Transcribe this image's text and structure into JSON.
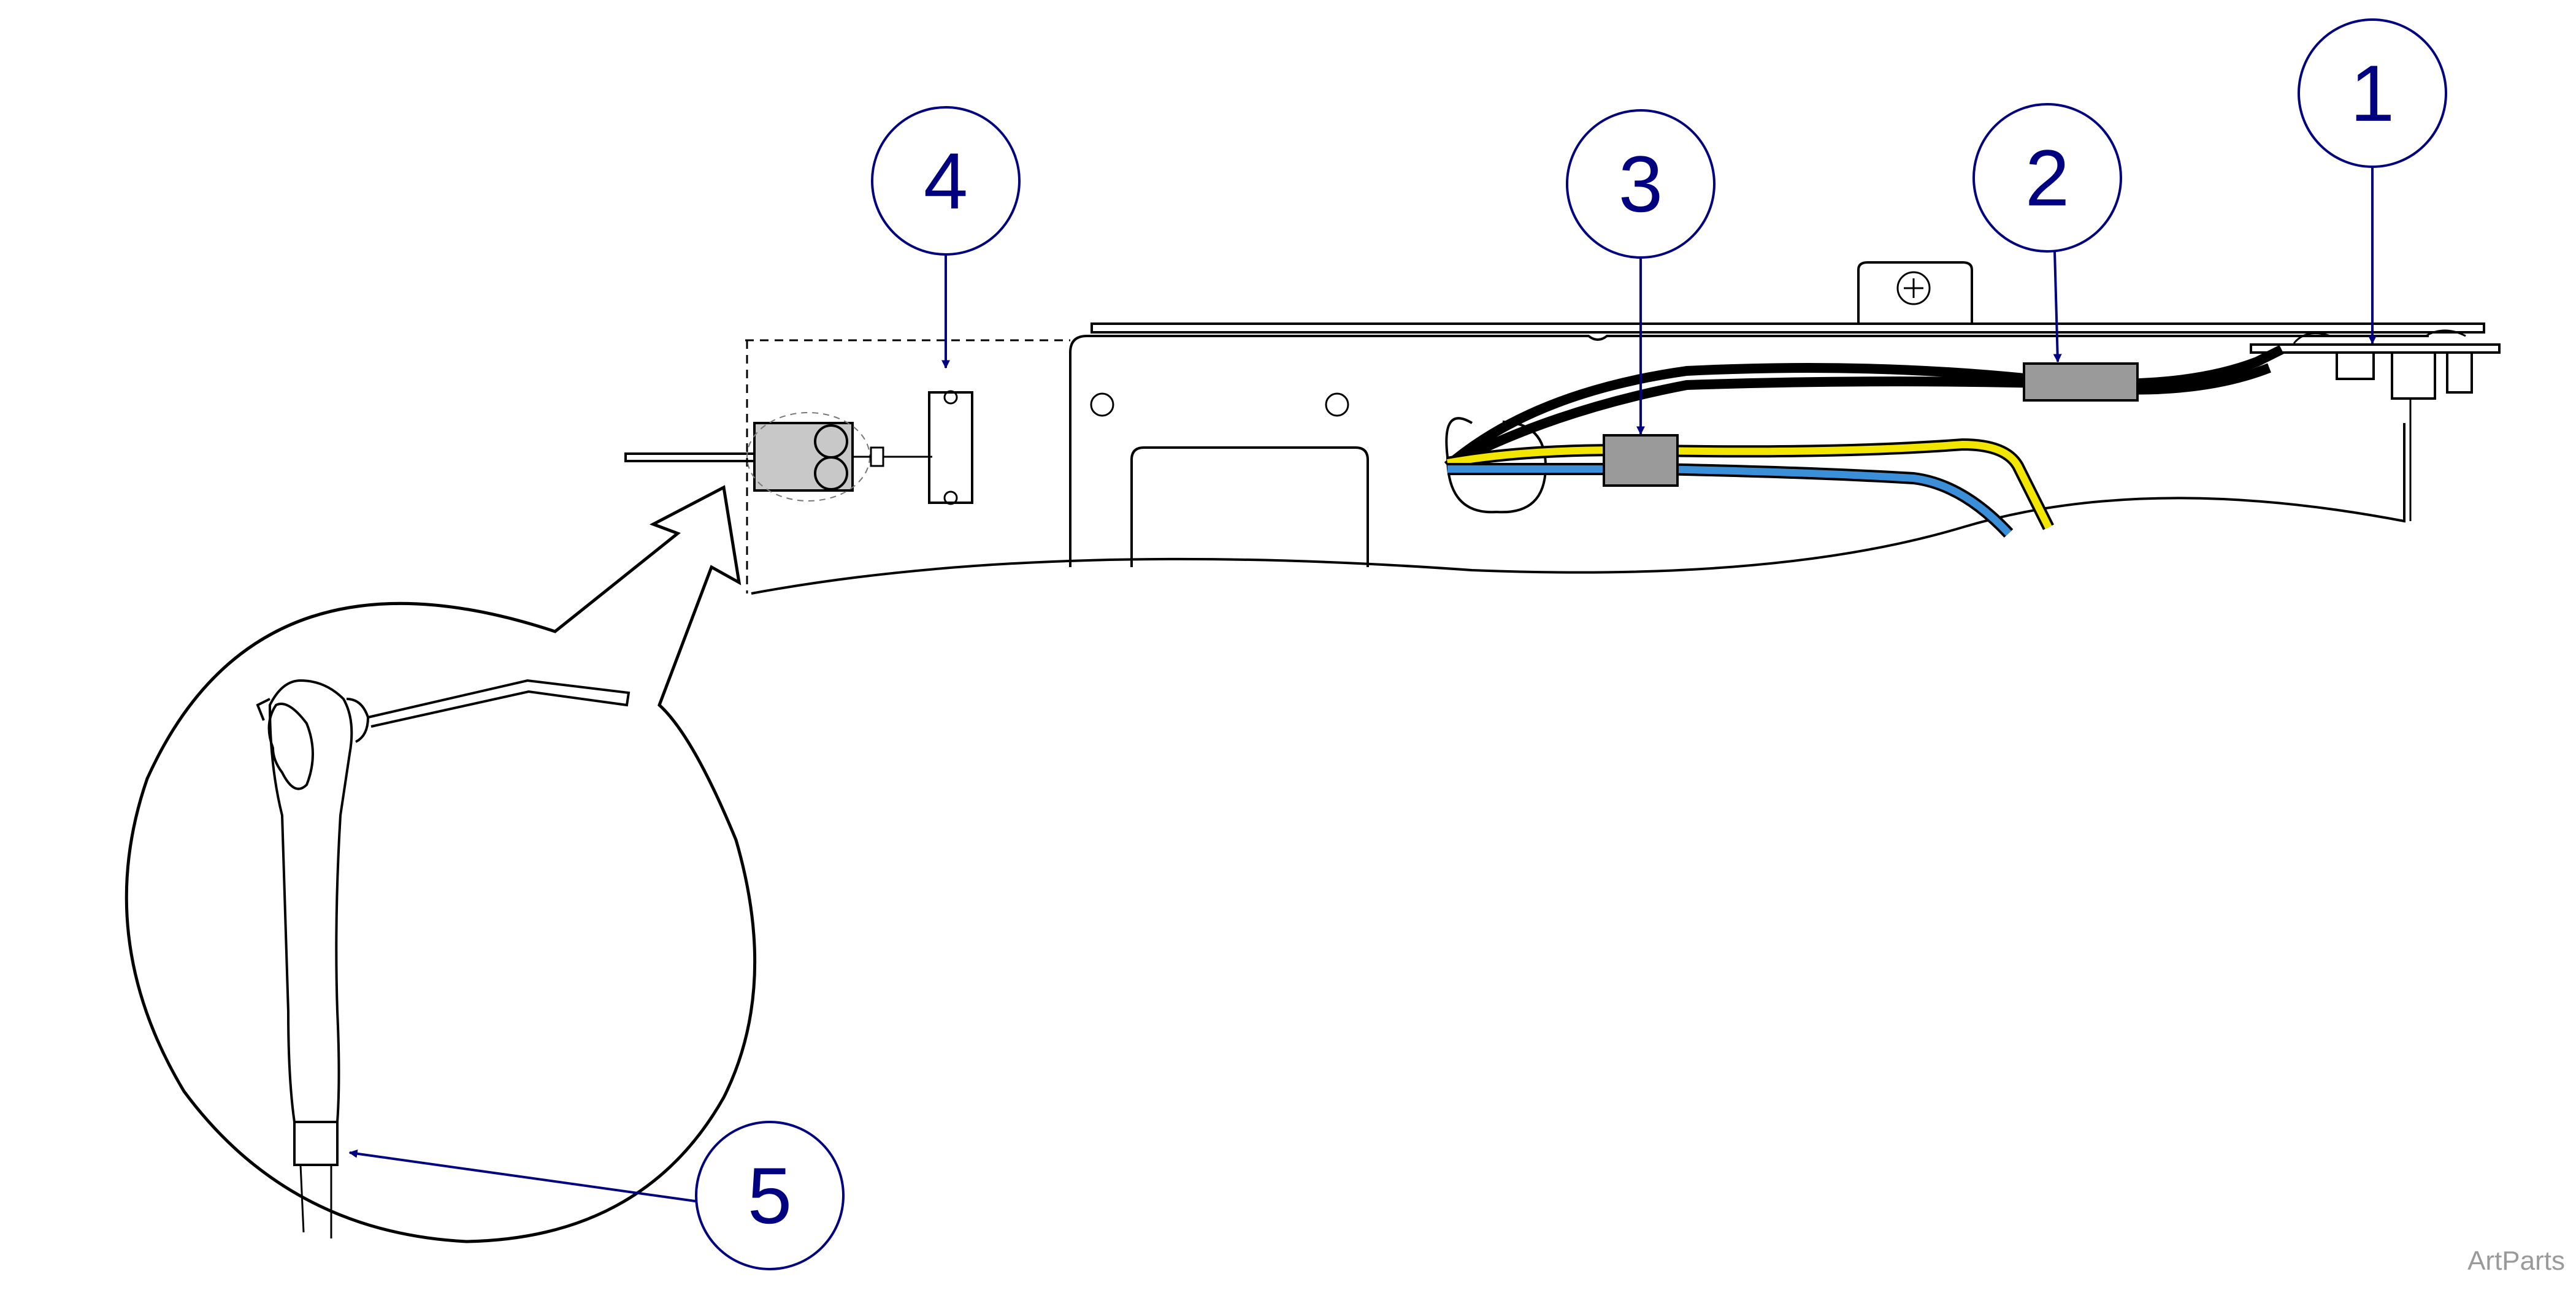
{
  "callouts": [
    {
      "id": "1",
      "label": "1"
    },
    {
      "id": "2",
      "label": "2"
    },
    {
      "id": "3",
      "label": "3"
    },
    {
      "id": "4",
      "label": "4"
    },
    {
      "id": "5",
      "label": "5"
    }
  ],
  "watermark": "ArtParts",
  "colors": {
    "callout": "#000080",
    "wire_yellow": "#f2e600",
    "wire_blue": "#3a8fd8",
    "wire_black": "#000000",
    "connector_gray": "#9a9a9a"
  },
  "icons": [
    "screw-icon"
  ]
}
